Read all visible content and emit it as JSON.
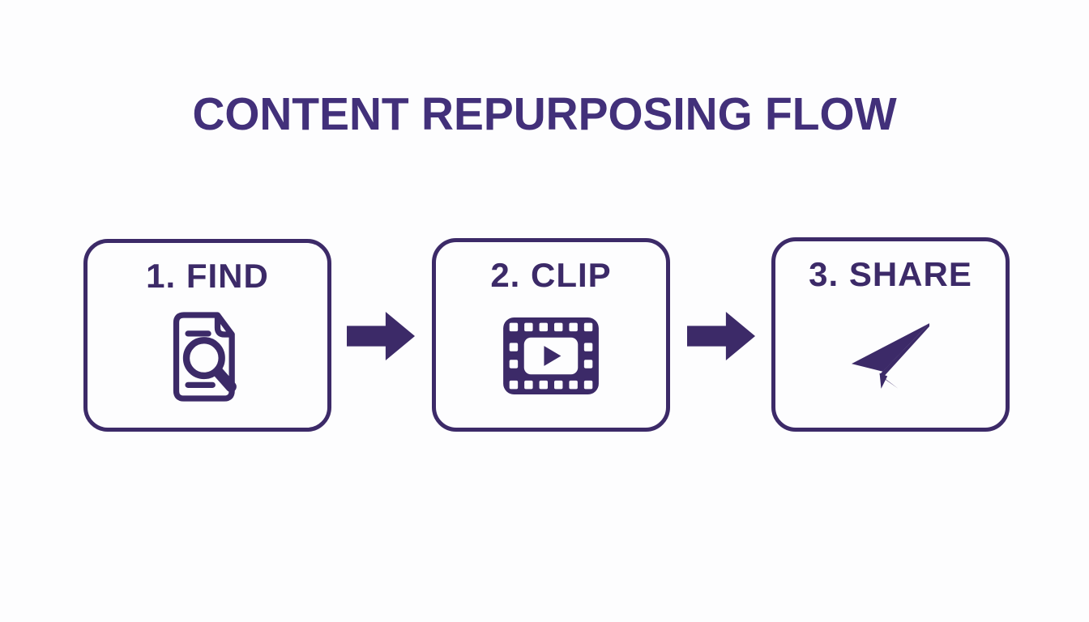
{
  "title": "CONTENT REPURPOSING FLOW",
  "colors": {
    "accent": "#3c2a68",
    "title": "#42307a",
    "background": "#fdfdfe"
  },
  "steps": [
    {
      "number": "1",
      "label": "1. FIND",
      "icon": "document-search-icon"
    },
    {
      "number": "2",
      "label": "2. CLIP",
      "icon": "filmstrip-play-icon"
    },
    {
      "number": "3",
      "label": "3. SHARE",
      "icon": "paper-plane-icon"
    }
  ],
  "connectors": [
    {
      "icon": "arrow-right-icon",
      "from": "1. FIND",
      "to": "2. CLIP"
    },
    {
      "icon": "arrow-right-icon",
      "from": "2. CLIP",
      "to": "3. SHARE"
    }
  ]
}
